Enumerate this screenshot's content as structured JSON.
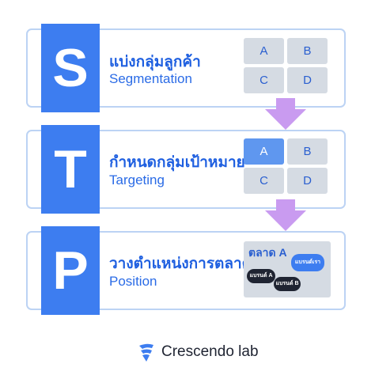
{
  "steps": [
    {
      "letter": "S",
      "title_th": "แบ่งกลุ่มลูกค้า",
      "title_en": "Segmentation",
      "cells": [
        "A",
        "B",
        "C",
        "D"
      ]
    },
    {
      "letter": "T",
      "title_th": "กำหนดกลุ่มเป้าหมาย",
      "title_en": "Targeting",
      "cells": [
        "A",
        "B",
        "C",
        "D"
      ],
      "active_cell": "A"
    },
    {
      "letter": "P",
      "title_th": "วางตำแหน่งการตลาด",
      "title_en": "Position",
      "market": {
        "title": "ตลาด A",
        "own_brand": "แบรนด์เรา",
        "brand_a": "แบรนด์ A",
        "brand_b": "แบรนด์ B"
      }
    }
  ],
  "brand": {
    "name": "Crescendo lab",
    "logo_icon": "crescendo-lab-logo-icon"
  },
  "colors": {
    "accent": "#3d7df0",
    "card_border": "#bcd3f4",
    "cell_bg": "#d5dbe3",
    "arrow": "#c99bf0",
    "dark_bubble": "#1f2432"
  }
}
